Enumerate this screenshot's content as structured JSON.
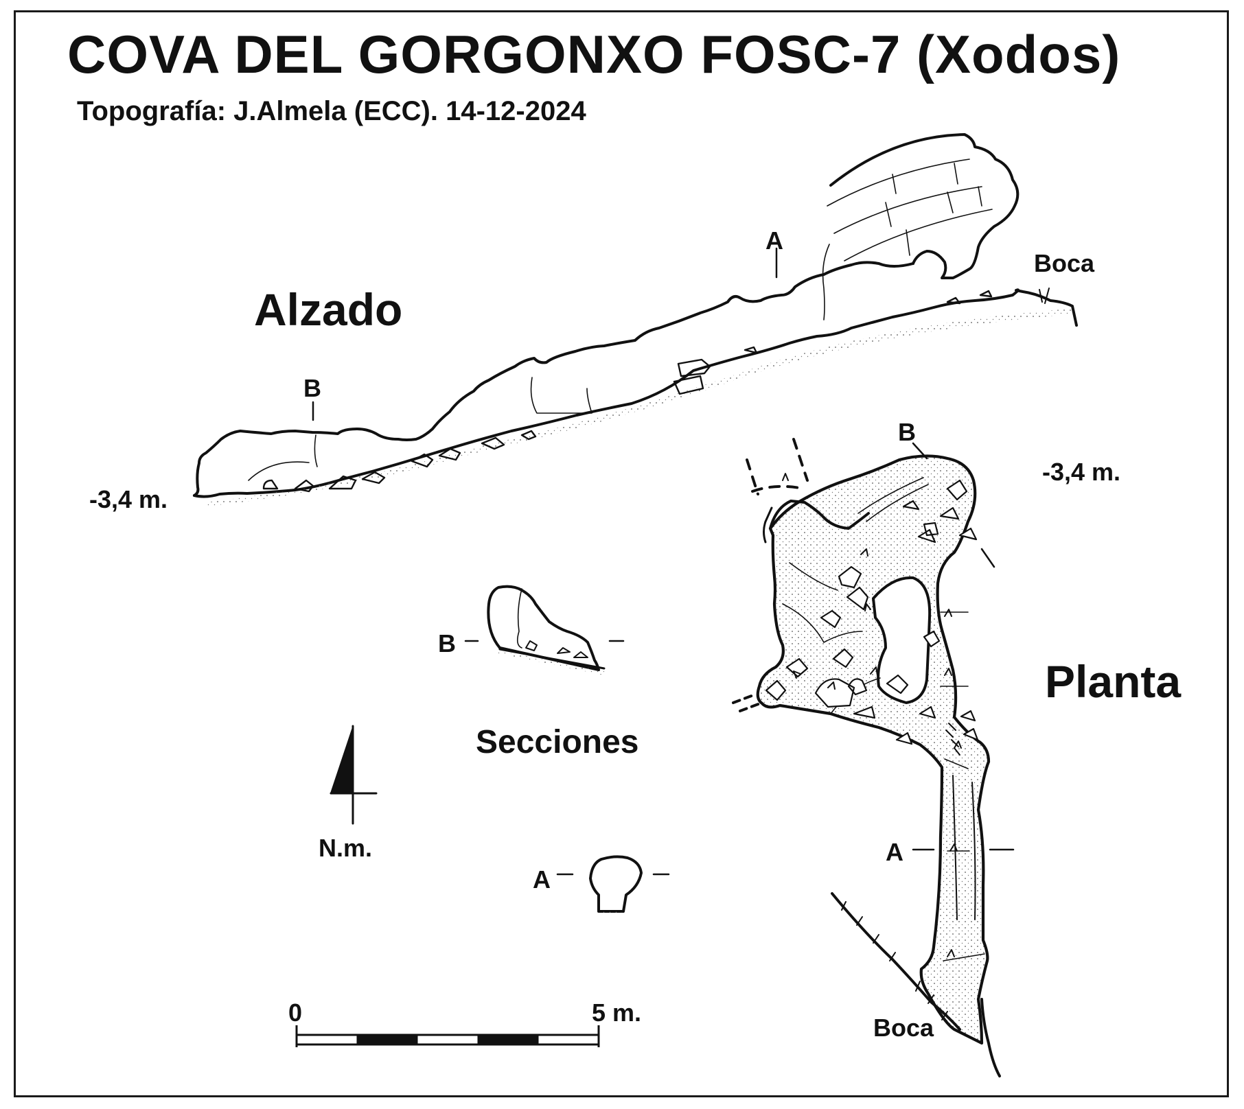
{
  "header": {
    "title": "COVA DEL GORGONXO FOSC-7 (Xodos)",
    "credit": "Topografía: J.Almela (ECC). 14-12-2024"
  },
  "views": {
    "elevation": "Alzado",
    "plan": "Planta",
    "sections": "Secciones"
  },
  "labels": {
    "entrance": "Boca",
    "depth": "-3,4 m.",
    "section_a": "A",
    "section_b": "B",
    "north": "N.m."
  },
  "scale_bar": {
    "start_label": "0",
    "end_label": "5 m."
  }
}
